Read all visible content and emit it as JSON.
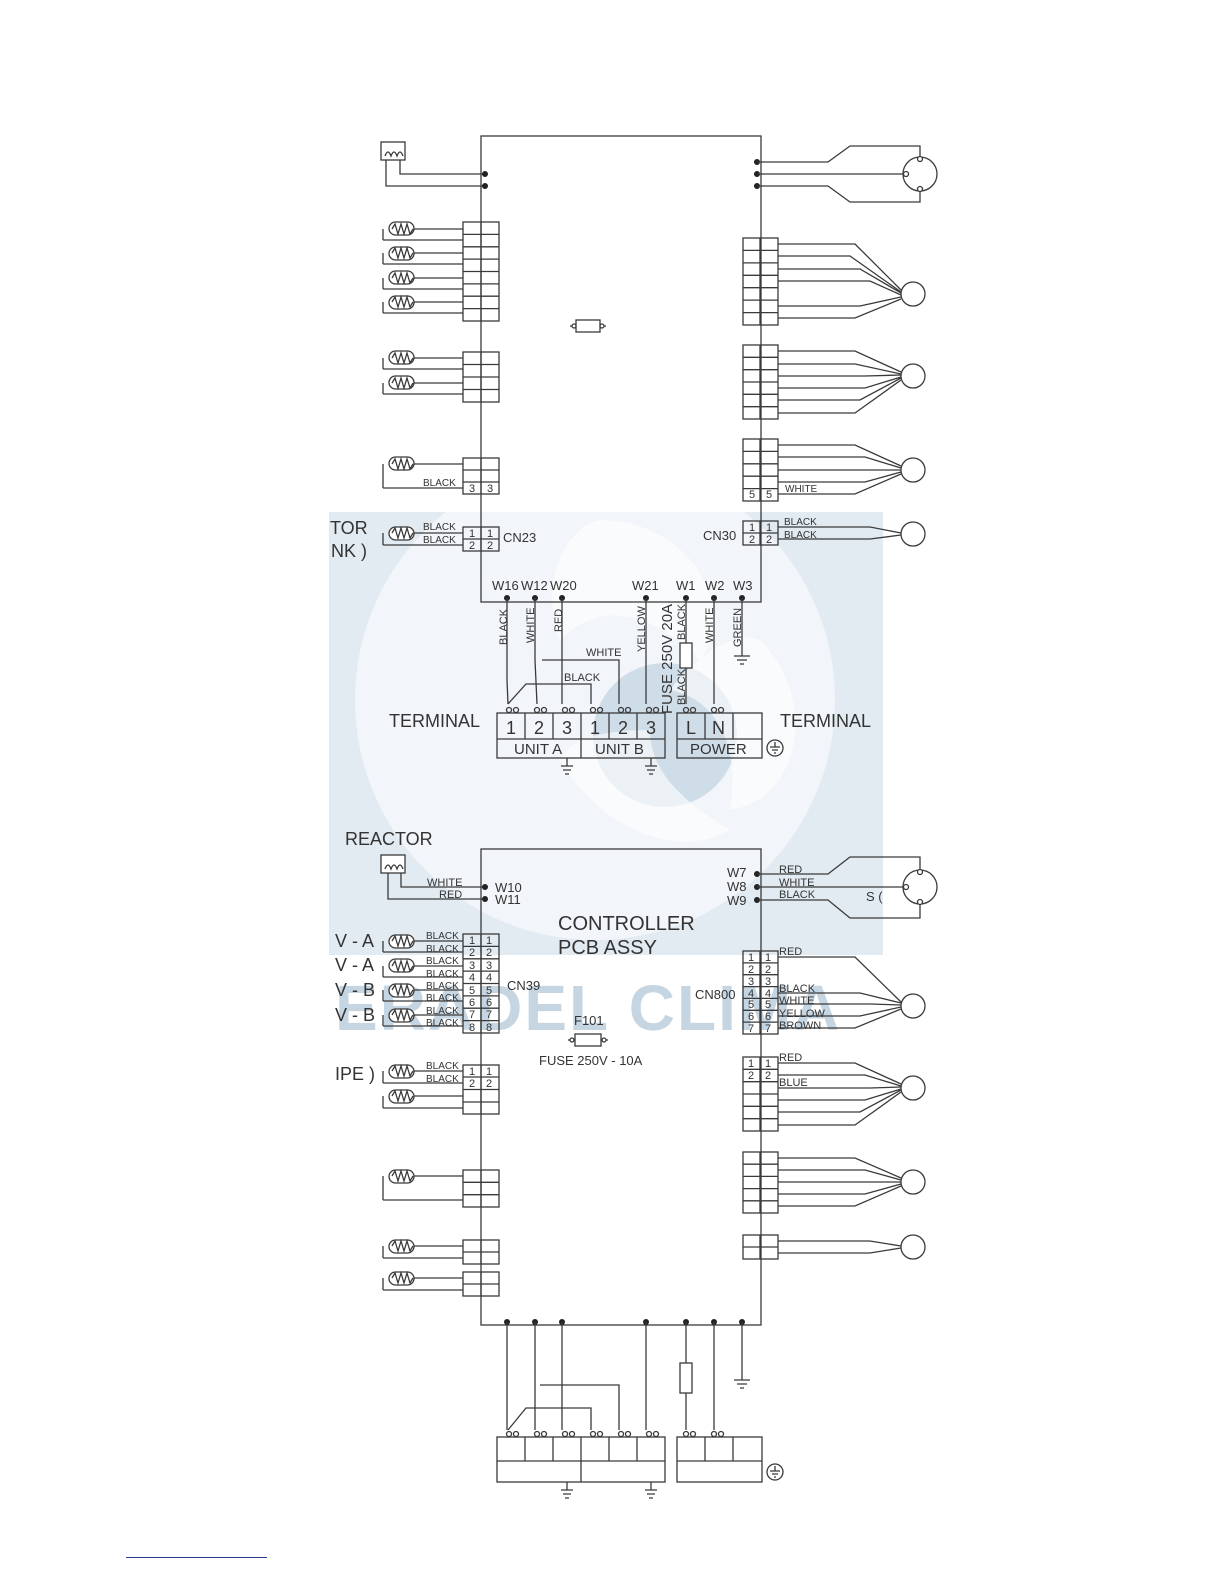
{
  "watermark": {
    "text": "ERADEL CLIMA",
    "color": "#4f7ea8"
  },
  "fuse_main": "FUSE  250V  20A",
  "controller": {
    "title_line1": "CONTROLLER",
    "title_line2": "PCB ASSY",
    "fuse_ref": "F101",
    "fuse_rating": "FUSE  250V - 10A",
    "cn39": "CN39",
    "cn800": "CN800"
  },
  "top_board": {
    "cn23": "CN23",
    "cn30": "CN30"
  },
  "side_labels": {
    "tor": "TOR",
    "nk": "NK )",
    "reactor": "REACTOR",
    "va1": "V - A",
    "va2": "V - A",
    "vb1": "V - B",
    "vb2": "V - B",
    "ipe": "IPE )",
    "s_paren": "S ("
  },
  "terminals": {
    "left_title": "TERMINAL",
    "right_title": "TERMINAL",
    "pins": [
      "1",
      "2",
      "3",
      "1",
      "2",
      "3"
    ],
    "unit_a": "UNIT  A",
    "unit_b": "UNIT  B",
    "power": "POWER",
    "l": "L",
    "n": "N"
  },
  "w_labels": {
    "w16": "W16",
    "w12": "W12",
    "w20": "W20",
    "w21": "W21",
    "w1": "W1",
    "w2": "W2",
    "w3": "W3",
    "w7": "W7",
    "w8": "W8",
    "w9": "W9",
    "w10": "W10",
    "w11": "W11"
  },
  "wire_colors": {
    "black": "BLACK",
    "white": "WHITE",
    "red": "RED",
    "yellow": "YELLOW",
    "green": "GREEN",
    "brown": "BROWN",
    "blue": "BLUE"
  },
  "pin_nums": [
    "1",
    "2",
    "3",
    "4",
    "5",
    "6",
    "7",
    "8"
  ]
}
